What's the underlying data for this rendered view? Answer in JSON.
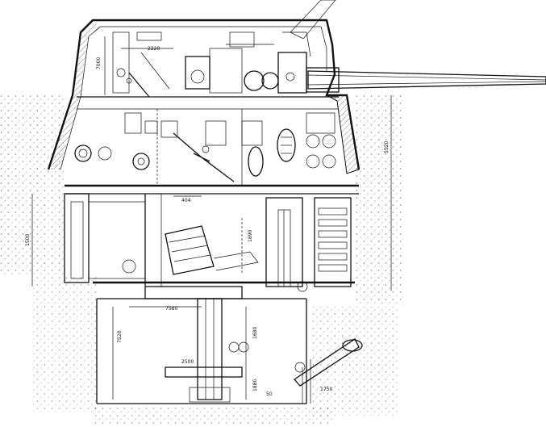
{
  "drawing": {
    "dimensions": {
      "d_2220": "2220",
      "d_7000": "7000",
      "d_5520": "5520",
      "d_1500": "1500",
      "d_1890": "1890",
      "d_404": "404",
      "d_7580": "7580",
      "d_7520": "7520",
      "d_1680": "1680",
      "d_2500": "2500",
      "d_1880": "1880",
      "d_1750": "1750",
      "d_50": "50"
    }
  }
}
